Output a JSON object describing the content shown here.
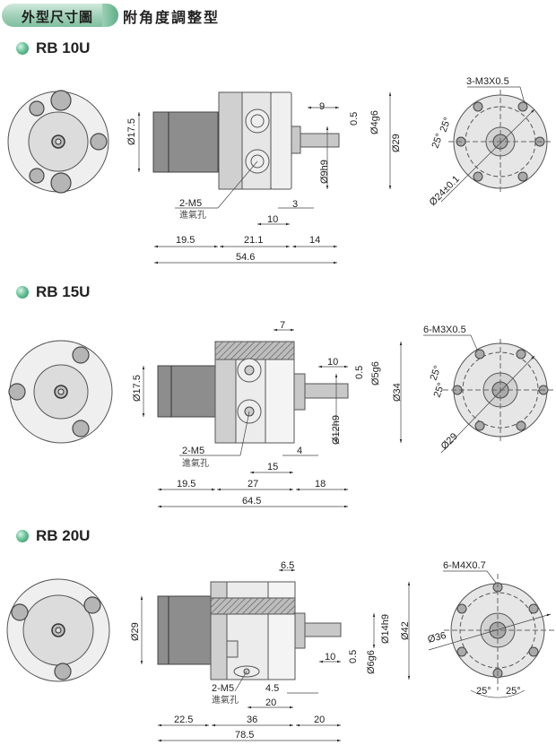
{
  "header": {
    "pill_label": "外型尺寸圖",
    "subtitle": "附角度調整型"
  },
  "models": [
    {
      "name": "RB 10U",
      "front_view": {
        "bolts": 5
      },
      "side_view": {
        "dims": {
          "motor_dia": "Ø17.5",
          "shaft_len": "9",
          "flat": "0.5",
          "shaft_dia": "Ø4g6",
          "body_dia": "Ø29",
          "boss_dia": "Ø9h9",
          "boss_len": "3",
          "port_pos": "10",
          "seg1": "19.5",
          "seg2": "21.1",
          "seg3": "14",
          "total": "54.6"
        },
        "port_label": "2-M5",
        "port_note": "進氣孔"
      },
      "end_view": {
        "thread": "3-M3X0.5",
        "angle1": "25°",
        "angle2": "25°",
        "pcd": "Ø24±0.1"
      }
    },
    {
      "name": "RB 15U",
      "front_view": {
        "bolts": 3
      },
      "side_view": {
        "dims": {
          "motor_dia": "Ø17.5",
          "top_offset": "7",
          "shaft_len": "10",
          "flat": "0.5",
          "shaft_dia": "Ø5g6",
          "body_dia": "Ø34",
          "boss_dia": "Ø12h9",
          "boss_len": "4",
          "port_pos": "15",
          "seg1": "19.5",
          "seg2": "27",
          "seg3": "18",
          "total": "64.5"
        },
        "port_label": "2-M5",
        "port_note": "進氣孔"
      },
      "end_view": {
        "thread": "6-M3X0.5",
        "angle1": "25°",
        "angle2": "25°",
        "pcd": "Ø29"
      }
    },
    {
      "name": "RB 20U",
      "front_view": {
        "bolts": 3
      },
      "side_view": {
        "dims": {
          "motor_dia": "Ø29",
          "top_offset": "6.5",
          "boss_dia": "Ø14h9",
          "body_dia": "Ø42",
          "shaft_len": "10",
          "flat": "0.5",
          "shaft_dia": "Ø6g6",
          "boss_len": "4.5",
          "port_pos": "20",
          "seg1": "22.5",
          "seg2": "36",
          "seg3": "20",
          "total": "78.5"
        },
        "port_label": "2-M5",
        "port_note": "進氣孔"
      },
      "end_view": {
        "thread": "6-M4X0.7",
        "angle1": "25°",
        "angle2": "25°",
        "pcd": "Ø36"
      }
    }
  ]
}
